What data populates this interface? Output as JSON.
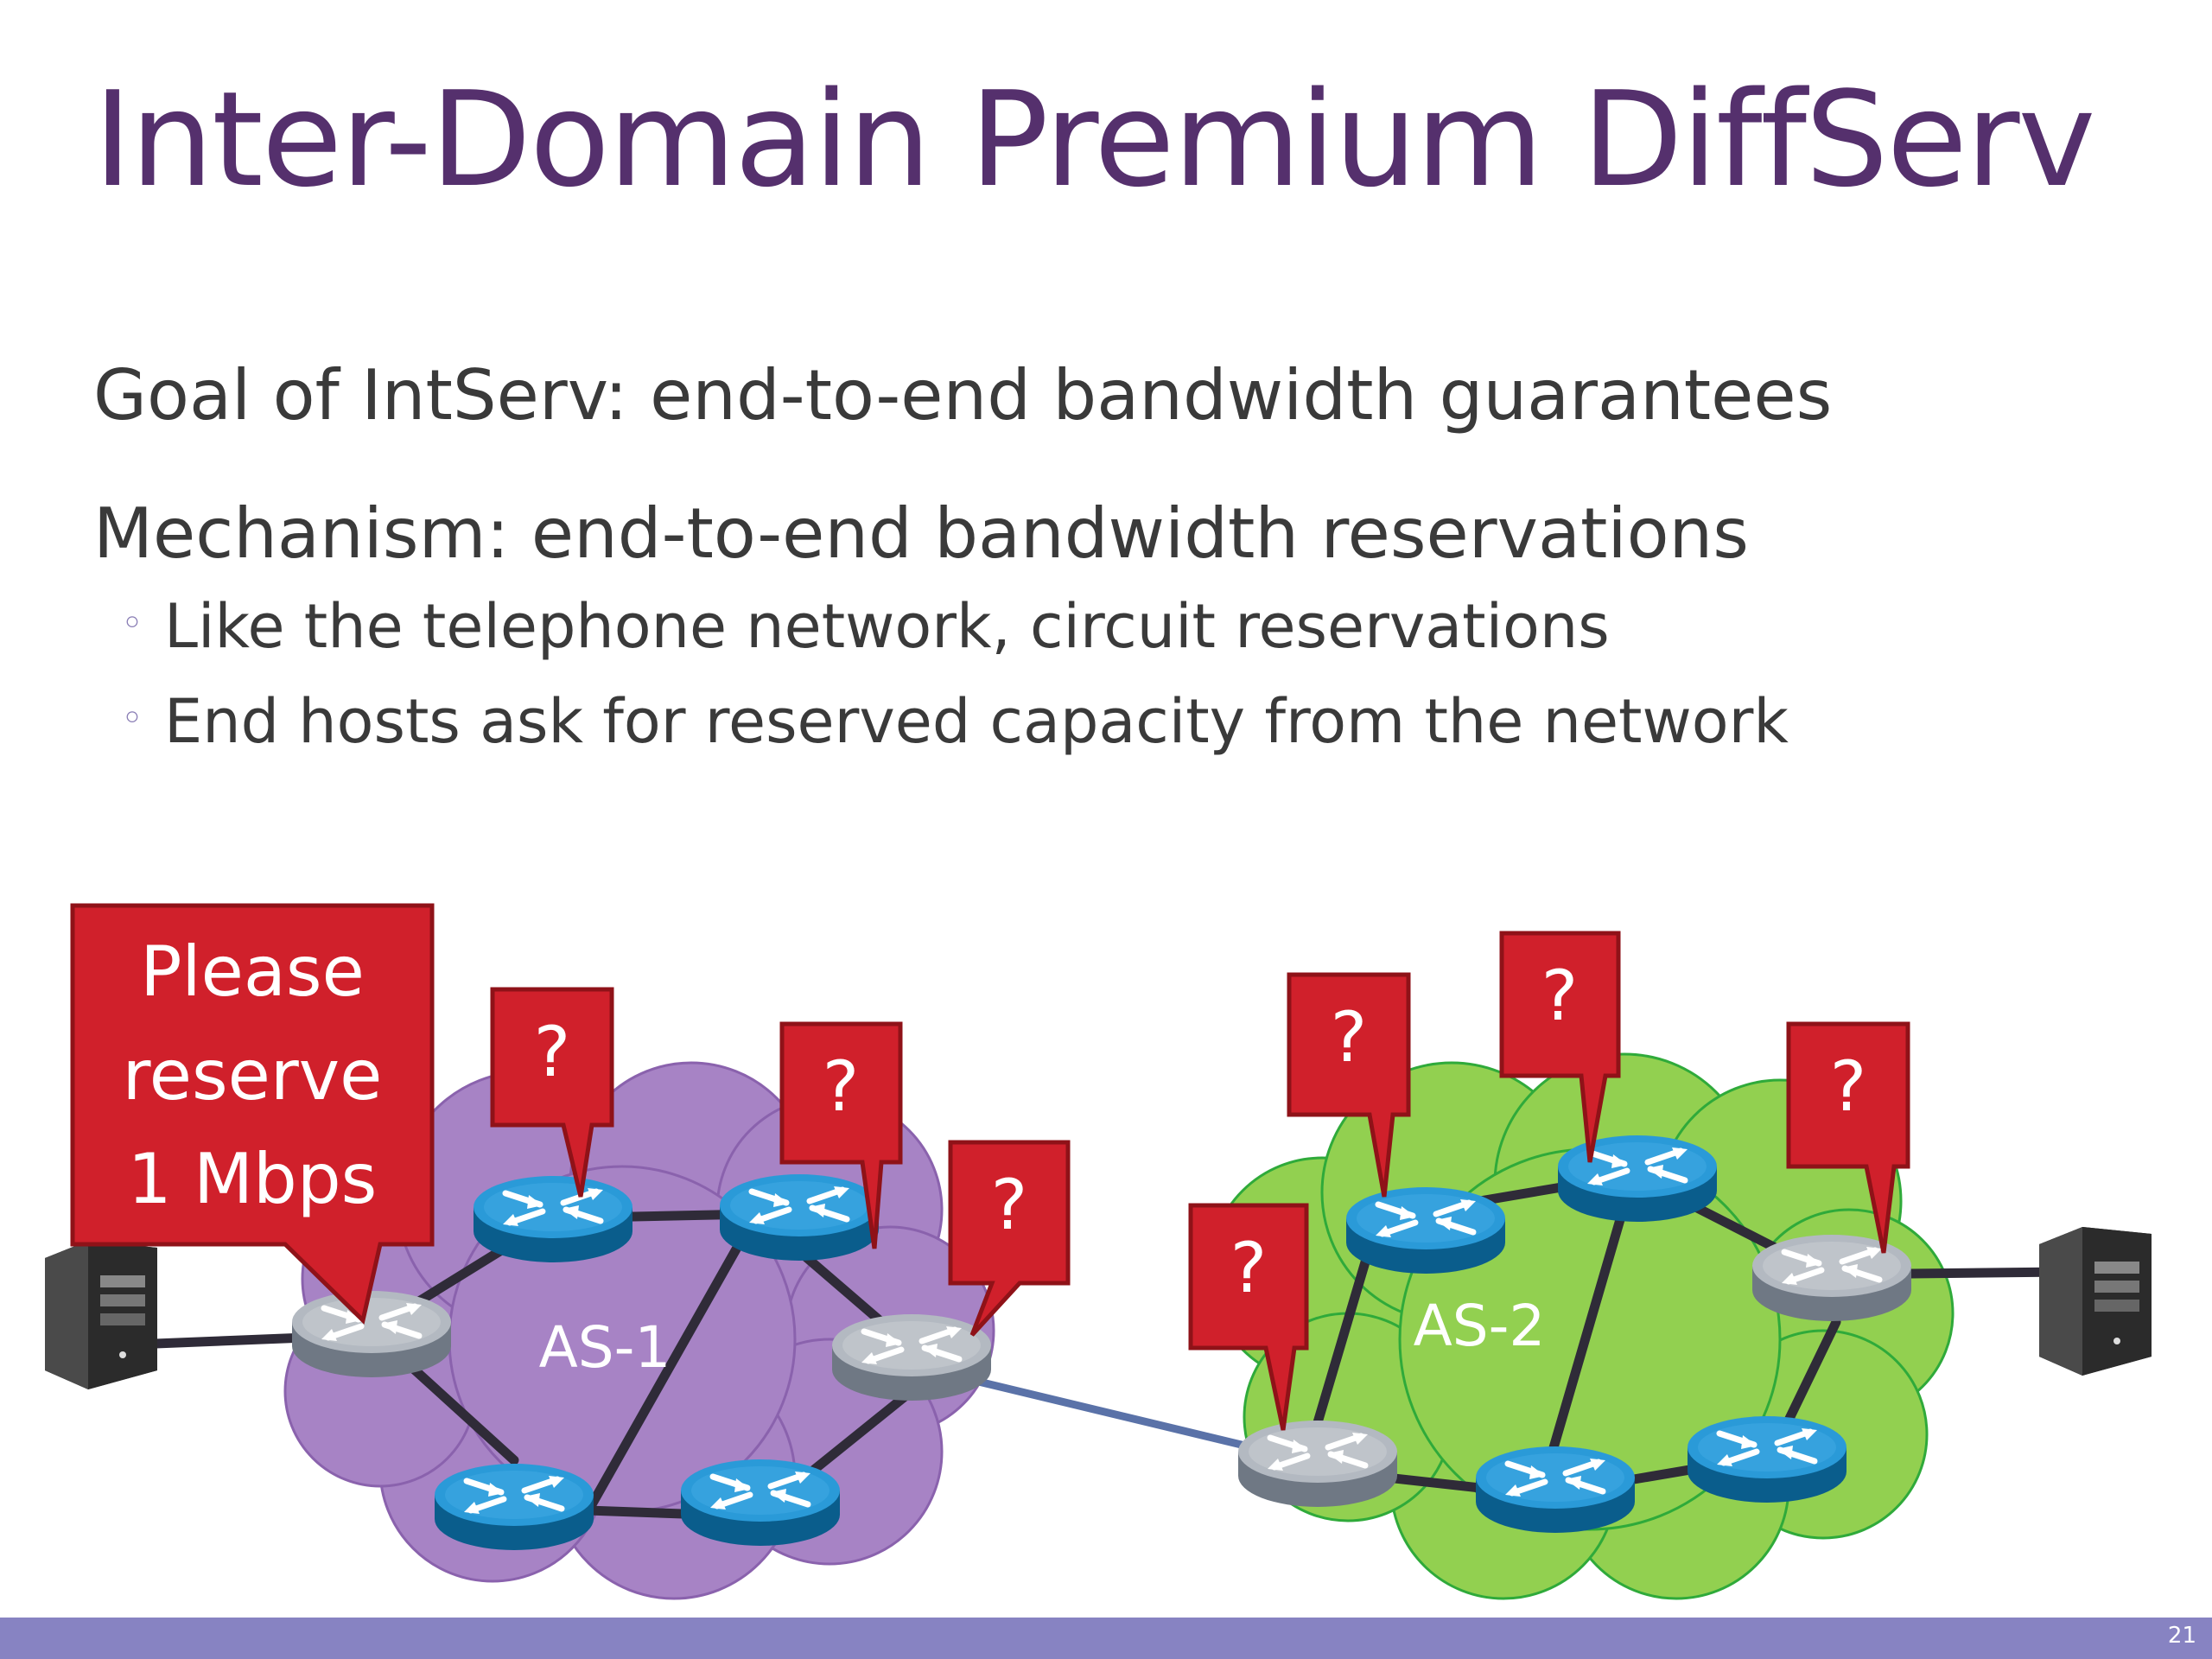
{
  "slide": {
    "title": "Inter-Domain Premium DiffServ",
    "bullets": [
      {
        "text": "Goal of IntServ: end-to-end bandwidth guarantees"
      },
      {
        "text": "Mechanism: end-to-end bandwidth reservations",
        "sub": [
          "Like the telephone network, circuit reservations",
          "End hosts ask for reserved capacity from the network"
        ]
      }
    ],
    "slide_number": "21"
  },
  "diagram": {
    "request_callout": [
      "Please",
      "reserve",
      "1 Mbps"
    ],
    "query_callout": "?",
    "as1_label": "AS-1",
    "as2_label": "AS-2",
    "colors": {
      "as1_cloud": "#a783c5",
      "as2_cloud": "#92d050",
      "callout": "#d0202b",
      "core_router": "#1e86c6",
      "edge_router": "#9fa6b0",
      "title": "#55306d",
      "footer": "#8783c2"
    }
  }
}
